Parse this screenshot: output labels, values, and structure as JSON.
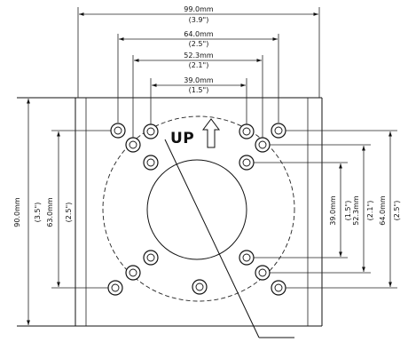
{
  "dimensions": {
    "top_99": {
      "mm": "99.0mm",
      "inch": "(3.9\")"
    },
    "top_64": {
      "mm": "64.0mm",
      "inch": "(2.5\")"
    },
    "top_52": {
      "mm": "52.3mm",
      "inch": "(2.1\")"
    },
    "top_39": {
      "mm": "39.0mm",
      "inch": "(1.5\")"
    },
    "left_90": {
      "mm": "90.0mm",
      "inch": "(3.5\")"
    },
    "left_63": {
      "mm": "63.0mm",
      "inch": "(2.5\")"
    },
    "right_39": {
      "mm": "39.0mm",
      "inch": "(1.5\")"
    },
    "right_52": {
      "mm": "52.3mm",
      "inch": "(2.1\")"
    },
    "right_64": {
      "mm": "64.0mm",
      "inch": "(2.5\")"
    }
  },
  "plate": {
    "up_label": "UP"
  }
}
